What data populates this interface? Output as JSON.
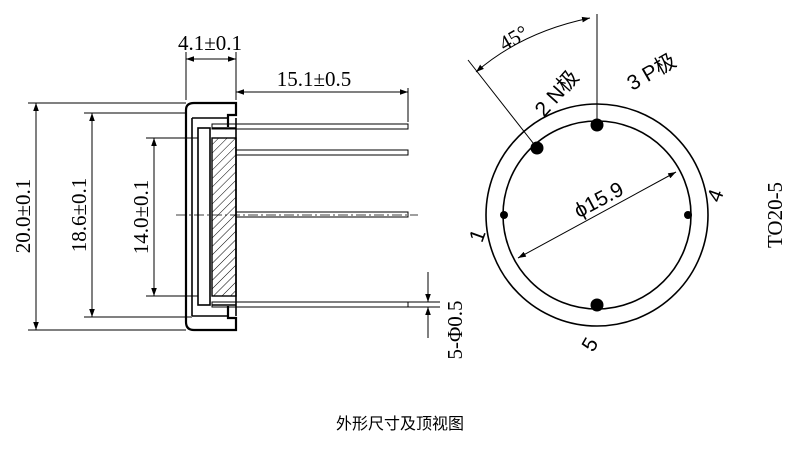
{
  "side_view": {
    "dim_body_depth": "4.1±0.1",
    "dim_pin_length": "15.1±0.5",
    "dim_outer_diameter": "20.0±0.1",
    "dim_body_diameter": "18.6±0.1",
    "dim_window_diameter": "14.0±0.1",
    "dim_pin_diameter": "5-Φ0.5"
  },
  "top_view": {
    "angle_label": "45°",
    "pin_circle_label": "ϕ15.9",
    "pin_2": "2 N极",
    "pin_3": "3 P极",
    "pin_1": "1",
    "pin_4": "4",
    "pin_5": "5"
  },
  "package_label": "TO20-5",
  "caption": "外形尺寸及顶视图"
}
